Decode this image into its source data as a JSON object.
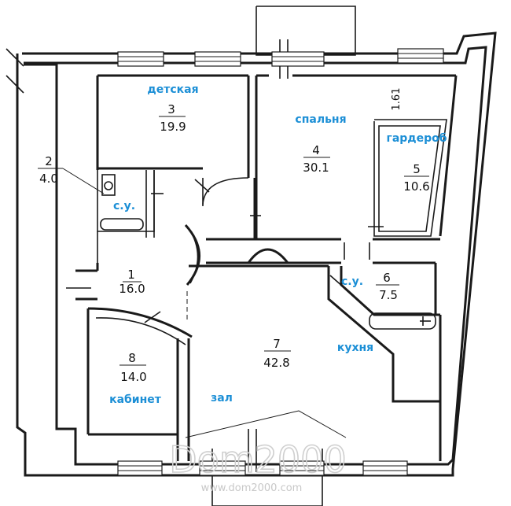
{
  "rooms": [
    {
      "id": "1",
      "area": "16.0",
      "label": ""
    },
    {
      "id": "2",
      "area": "4.0",
      "label": ""
    },
    {
      "id": "3",
      "area": "19.9",
      "label": "детская"
    },
    {
      "id": "4",
      "area": "30.1",
      "label": "спальня"
    },
    {
      "id": "5",
      "area": "10.6",
      "label": "гардероб"
    },
    {
      "id": "6",
      "area": "7.5",
      "label": "с.у."
    },
    {
      "id": "7",
      "area": "42.8",
      "label": "кухня"
    },
    {
      "id": "8",
      "area": "14.0",
      "label": "кабинет"
    }
  ],
  "extra_labels": {
    "bathroom_2": "с.у.",
    "hall": "зал"
  },
  "dimension": "1.61",
  "watermark": {
    "brand": "Dom2000",
    "url": "www.dom2000.com"
  }
}
